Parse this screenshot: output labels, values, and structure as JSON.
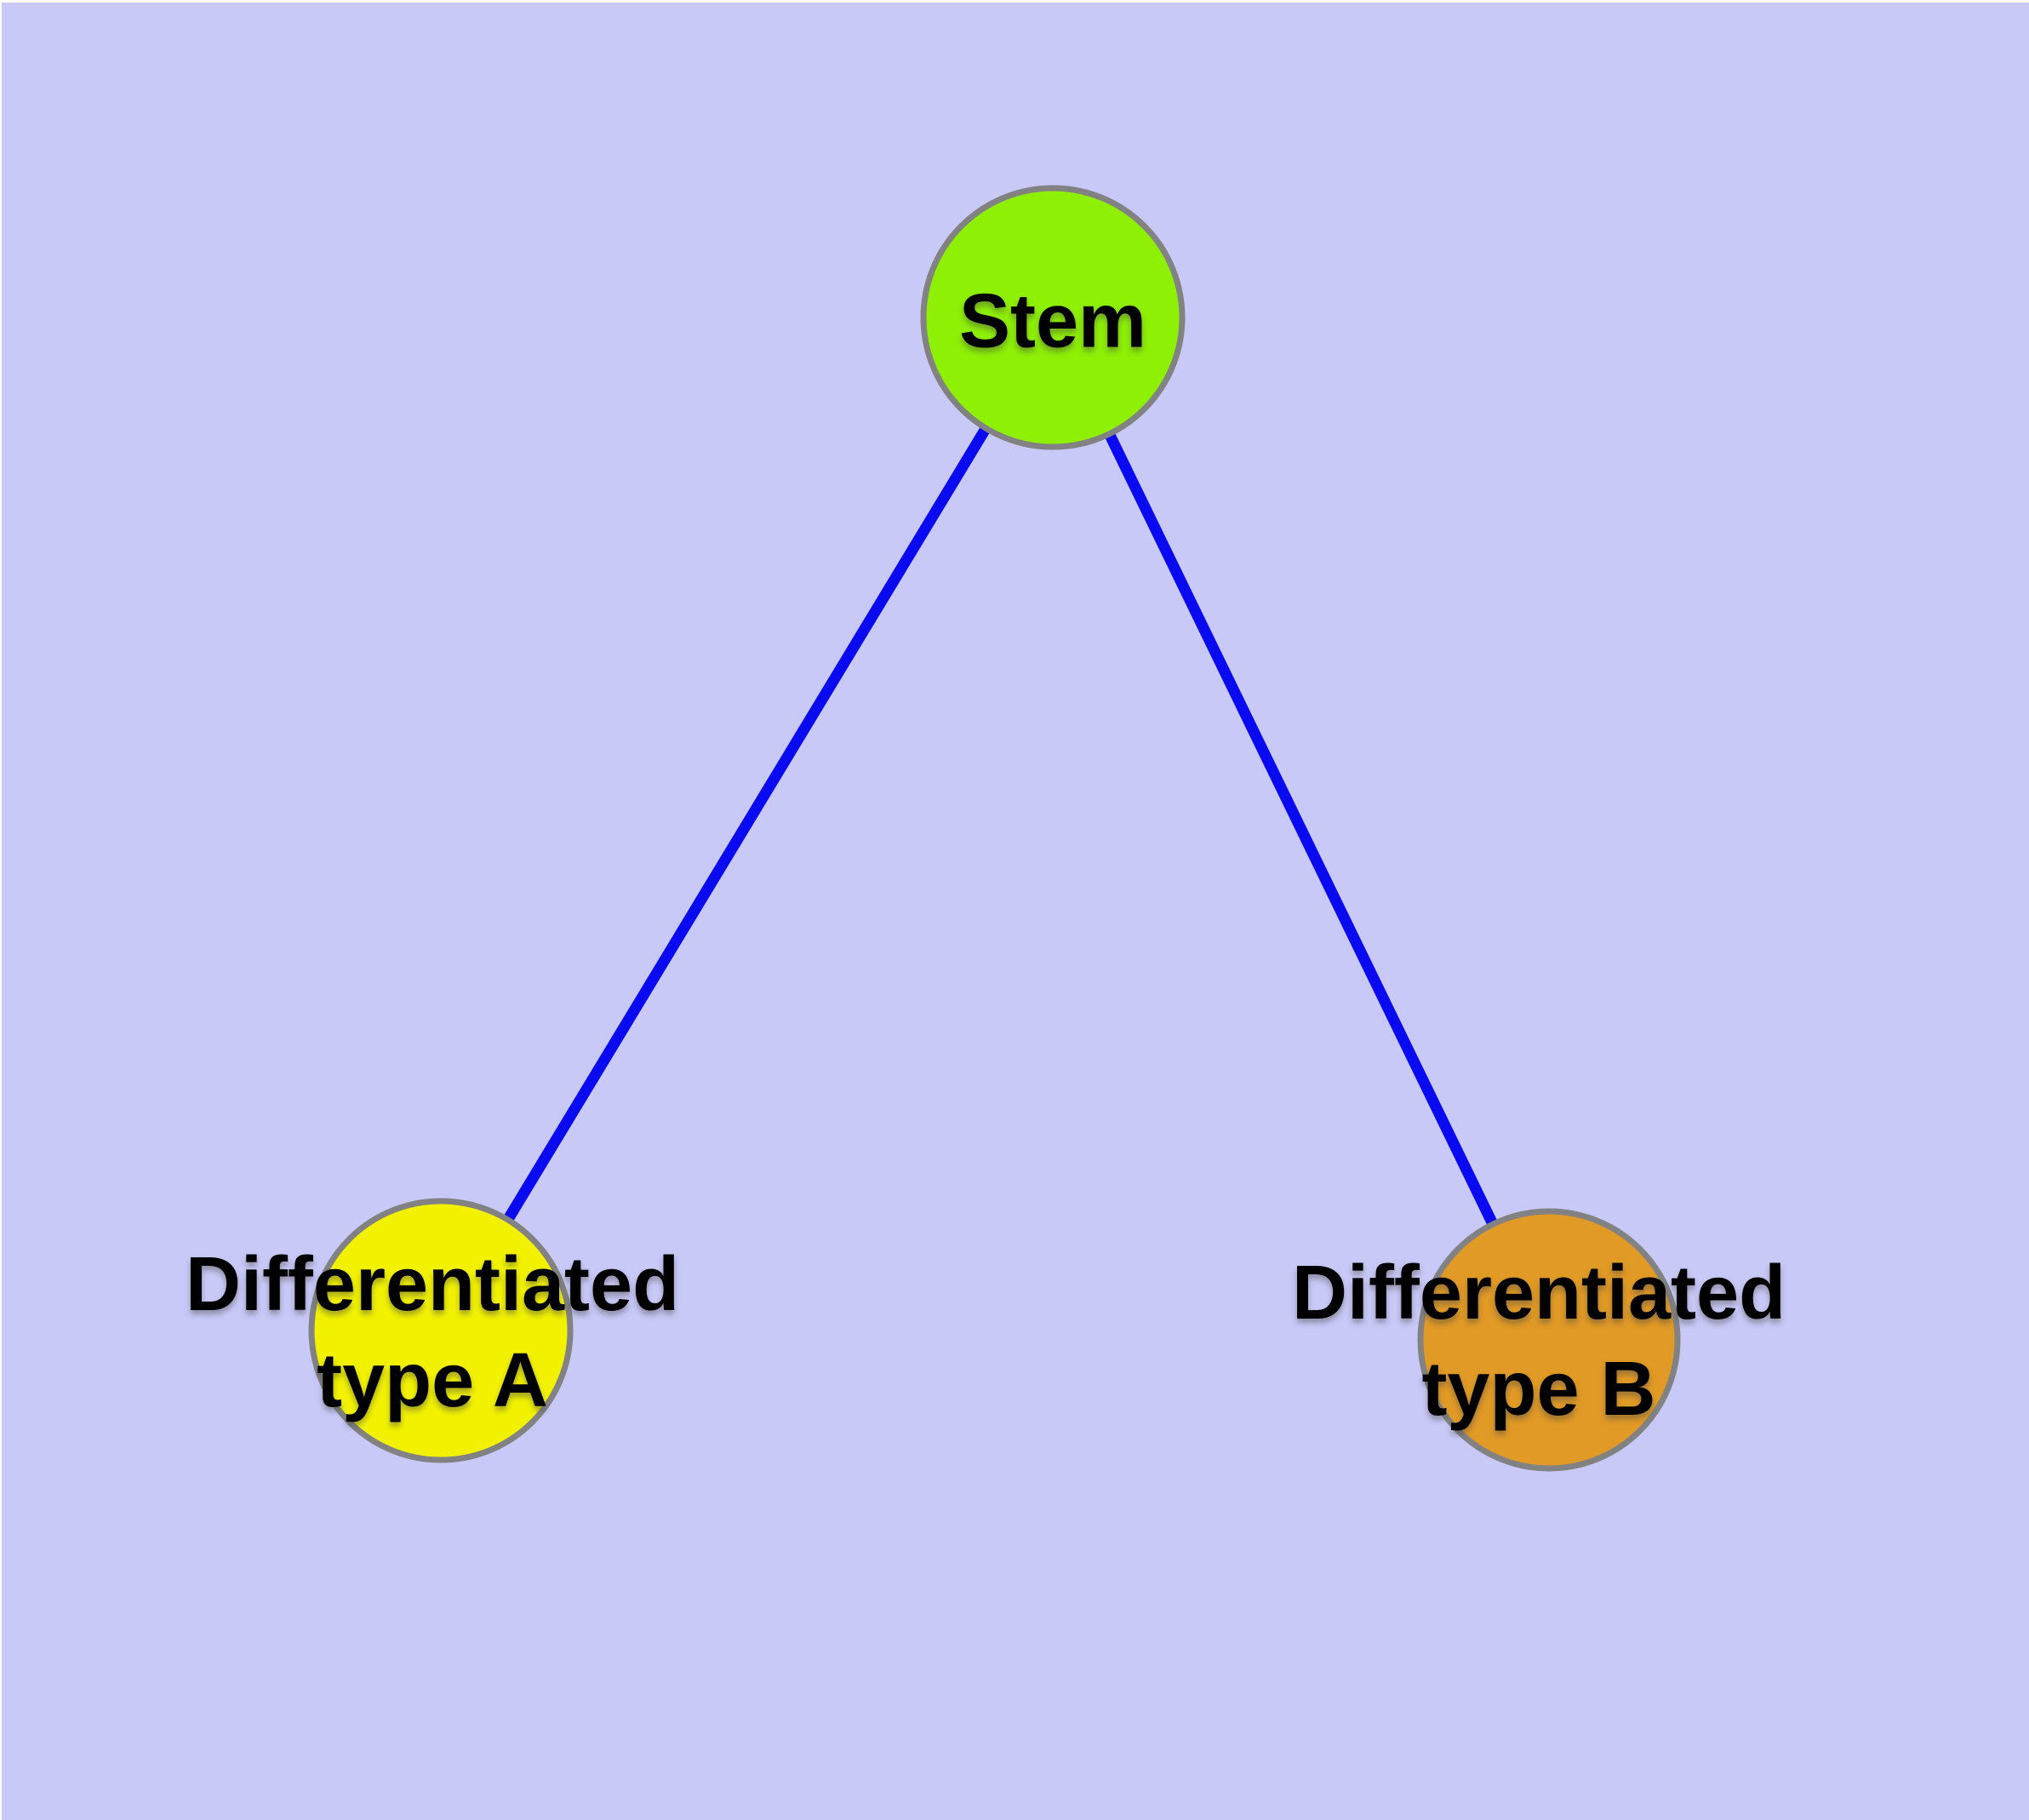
{
  "diagram": {
    "type": "node-link-graph",
    "background_color": "#C9C9F8",
    "node_border_color": "#828282",
    "edge_color": "#0A0AF0",
    "text_color": "#000000",
    "nodes": {
      "stem": {
        "label": "Stem",
        "fill": "#8DF005"
      },
      "type_a": {
        "label_line1": "Differentiated",
        "label_line2": "type A",
        "fill": "#F2F200"
      },
      "type_b": {
        "label_line1": "Differentiated",
        "label_line2": "type B",
        "fill": "#E19A25"
      }
    },
    "edges": [
      {
        "from": "Stem",
        "to": "Differentiated type A"
      },
      {
        "from": "Stem",
        "to": "Differentiated type B"
      }
    ]
  }
}
